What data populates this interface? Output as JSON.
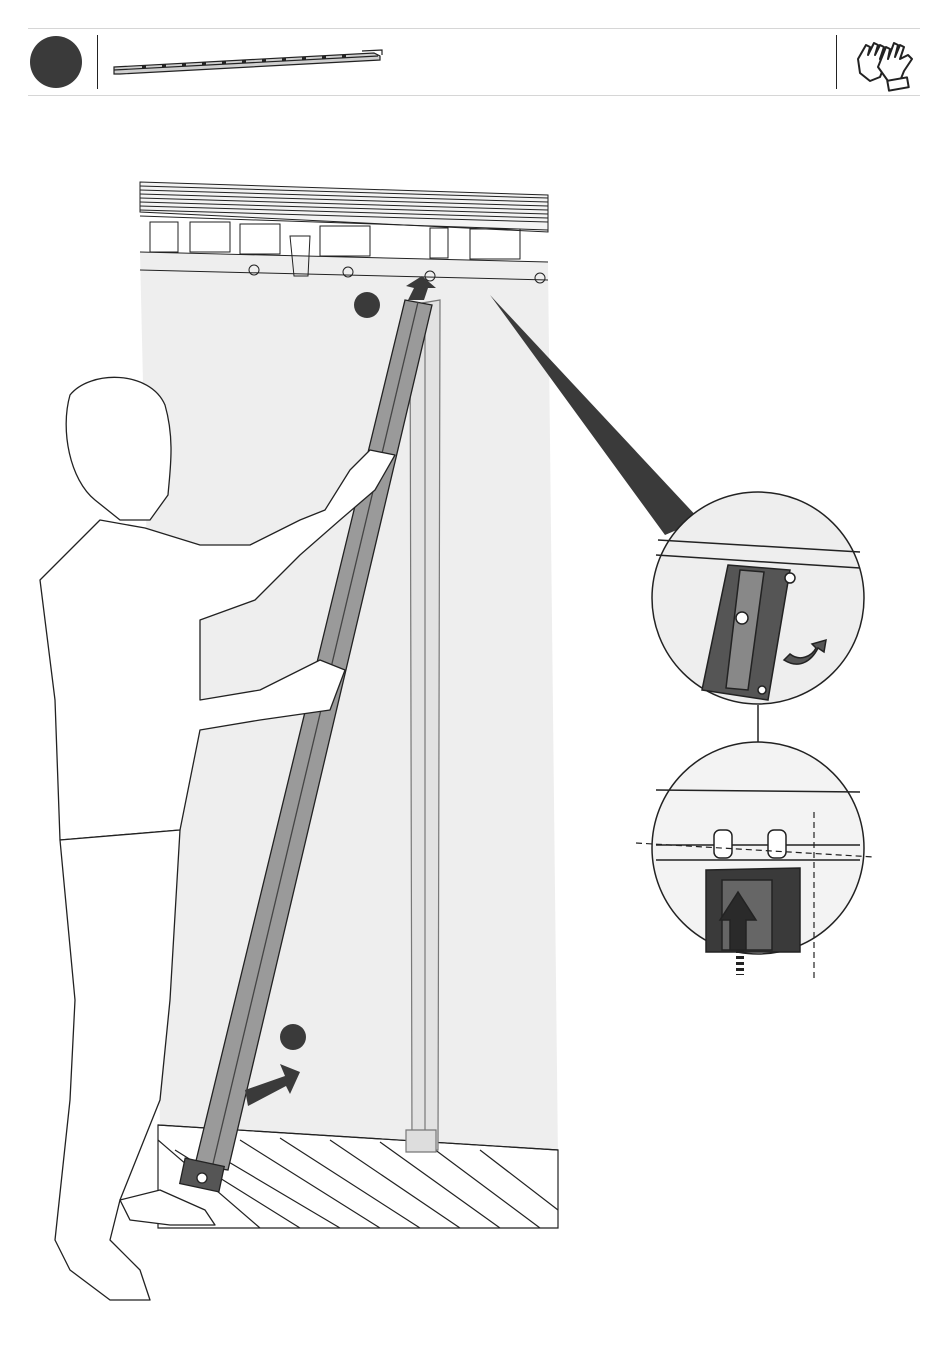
{
  "header": {
    "step_badge": {
      "shape": "filled-circle",
      "color": "#3a3a3a"
    },
    "part_icon": "wall-rail-part",
    "safety_icon": "work-gloves-icon"
  },
  "scene": {
    "description_icons": [
      "person-lifting-rail",
      "shed-wall-panel",
      "floor-deck",
      "roof-beam"
    ],
    "callouts": [
      {
        "name": "step-marker-top",
        "color": "#3a3a3a"
      },
      {
        "name": "step-marker-bottom",
        "color": "#3a3a3a"
      }
    ],
    "arrows": [
      {
        "name": "push-arrow",
        "direction": "up-right"
      },
      {
        "name": "lift-arrow",
        "direction": "up"
      }
    ],
    "details": [
      {
        "name": "detail-rail-top-hook"
      },
      {
        "name": "detail-rail-alignment"
      }
    ]
  },
  "colors": {
    "dark": "#3a3a3a",
    "panel": "#eeeeee",
    "line": "#222222",
    "rail": "#8a8a8a"
  }
}
